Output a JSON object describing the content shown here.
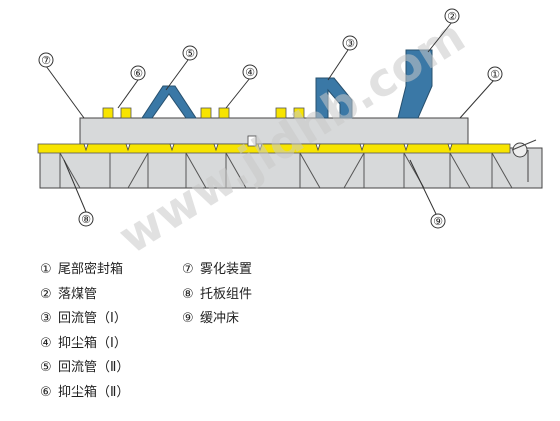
{
  "diagram": {
    "watermark": "www.jldhb.com",
    "callouts": [
      "①",
      "②",
      "③",
      "④",
      "⑤",
      "⑥",
      "⑦",
      "⑧",
      "⑨"
    ]
  },
  "legend": {
    "left": [
      {
        "num": "①",
        "text": "尾部密封箱"
      },
      {
        "num": "②",
        "text": "落煤管"
      },
      {
        "num": "③",
        "text": "回流管（Ⅰ）"
      },
      {
        "num": "④",
        "text": "抑尘箱（Ⅰ）"
      },
      {
        "num": "⑤",
        "text": "回流管（Ⅱ）"
      },
      {
        "num": "⑥",
        "text": "抑尘箱（Ⅱ）"
      }
    ],
    "right": [
      {
        "num": "⑦",
        "text": "雾化装置"
      },
      {
        "num": "⑧",
        "text": "托板组件"
      },
      {
        "num": "⑨",
        "text": "缓冲床"
      }
    ]
  },
  "colors": {
    "blue": "#3a78a6",
    "yellow": "#f7e400",
    "frame": "#d7d9da",
    "line": "#333333"
  }
}
